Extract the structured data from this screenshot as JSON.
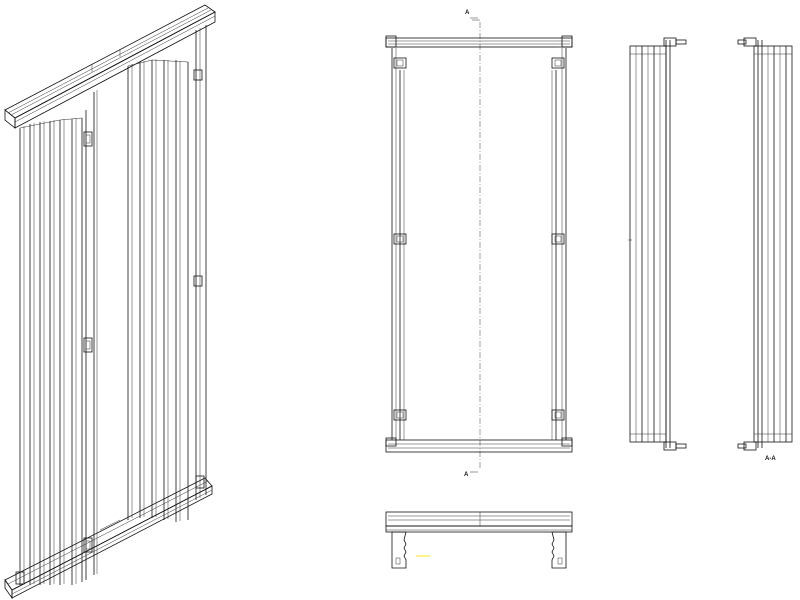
{
  "drawing": {
    "section_mark_top": "A",
    "section_mark_bottom": "A",
    "section_label": "A-A",
    "line_color": "#111111",
    "highlight_color": "#ffeb3b"
  }
}
